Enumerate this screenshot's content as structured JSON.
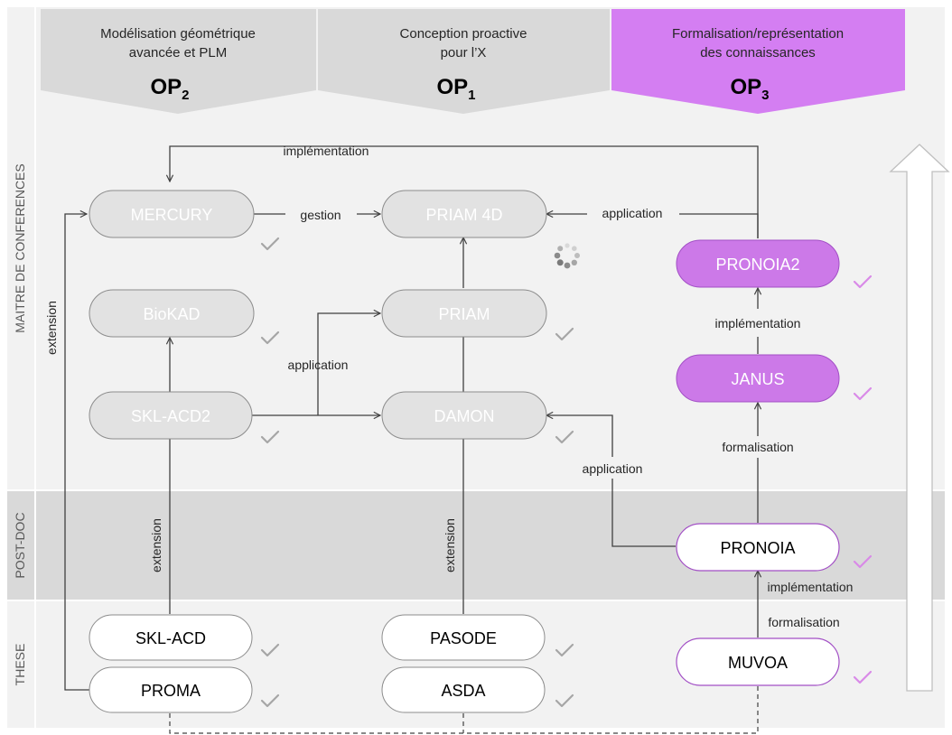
{
  "columns": [
    {
      "line1": "Modélisation géométrique",
      "line2": "avancée et PLM",
      "op": "OP",
      "op_sub": "2"
    },
    {
      "line1": "Conception proactive",
      "line2": "pour l’X",
      "op": "OP",
      "op_sub": "1"
    },
    {
      "line1": "Formalisation/représentation",
      "line2": "des connaissances",
      "op": "OP",
      "op_sub": "3"
    }
  ],
  "rows": {
    "maitre": "MAITRE DE CONFERENCES",
    "postdoc": "POST-DOC",
    "these": "THESE"
  },
  "nodes": {
    "mercury": "MERCURY",
    "priam4d": "PRIAM 4D",
    "biokad": "BioKAD",
    "priam": "PRIAM",
    "sklacd2": "SKL-ACD2",
    "damon": "DAMON",
    "pronoia2": "PRONOIA2",
    "janus": "JANUS",
    "pronoia": "PRONOIA",
    "sklacd": "SKL-ACD",
    "proma": "PROMA",
    "pasode": "PASODE",
    "asda": "ASDA",
    "muvoa": "MUVOA"
  },
  "edge_labels": {
    "top_impl": "implémentation",
    "gestion": "gestion",
    "application_top": "application",
    "extension_left": "extension",
    "application_mid": "application",
    "impl_right": "implémentation",
    "formalisation_right": "formalisation",
    "application_low": "application",
    "extension_skl": "extension",
    "extension_damon": "extension",
    "impl_bottom": "implémentation",
    "formalisation_bottom": "formalisation"
  },
  "icons": {
    "check": "check-icon",
    "spinner": "loading-spinner-icon",
    "arrow": "timeline-arrow-icon"
  },
  "colors": {
    "gray_node_fill": "#e2e2e2",
    "gray_node_text": "#ffffff",
    "purple_node_fill": "#cc79e8",
    "purple_border": "#a24fc5",
    "check_gray": "#a6a6a6",
    "check_purple": "#d98ae8",
    "header_gray": "#d9d9d9",
    "header_purple": "#d47ef2",
    "band_gray": "#f2f2f2",
    "band_dark": "#d9d9d9"
  }
}
